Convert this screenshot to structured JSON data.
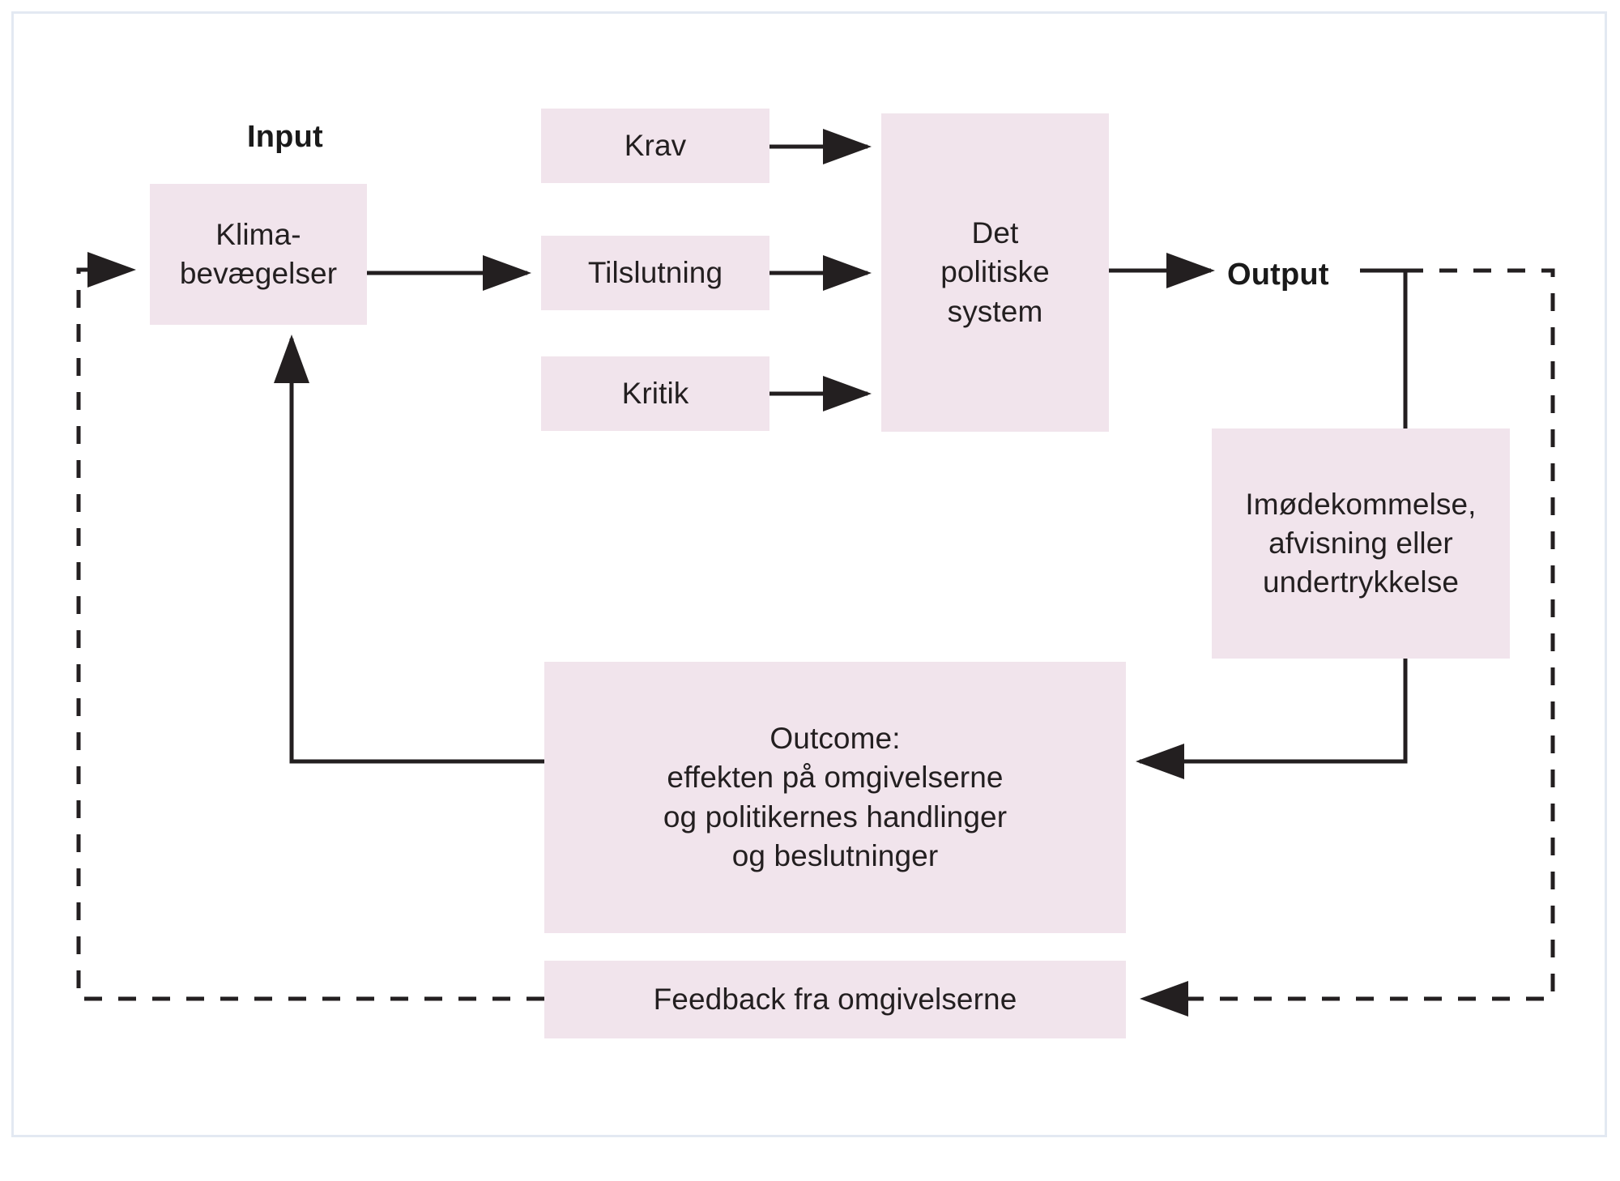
{
  "diagram": {
    "title_labels": {
      "input": "Input",
      "output": "Output"
    },
    "nodes": [
      {
        "id": "klima",
        "label": "Klima-\nbevægelser"
      },
      {
        "id": "krav",
        "label": "Krav"
      },
      {
        "id": "tilslutning",
        "label": "Tilslutning"
      },
      {
        "id": "kritik",
        "label": "Kritik"
      },
      {
        "id": "system",
        "label": "Det\npolitiske\nsystem"
      },
      {
        "id": "imode",
        "label": "Imødekommelse,\nafvisning eller\nundertrykkelse"
      },
      {
        "id": "outcome",
        "label": "Outcome:\neffekten på omgivelserne\nog politikernes handlinger\nog beslutninger"
      },
      {
        "id": "feedback",
        "label": "Feedback fra omgivelserne"
      }
    ],
    "edges": [
      {
        "from": "feedback-loop",
        "to": "klima",
        "style": "dashed",
        "arrow": "right"
      },
      {
        "from": "klima",
        "to": "tilslutning",
        "style": "solid",
        "arrow": "right"
      },
      {
        "from": "krav",
        "to": "system",
        "style": "solid",
        "arrow": "right"
      },
      {
        "from": "tilslutning",
        "to": "system",
        "style": "solid",
        "arrow": "right"
      },
      {
        "from": "kritik",
        "to": "system",
        "style": "solid",
        "arrow": "right"
      },
      {
        "from": "system",
        "to": "output",
        "style": "solid",
        "arrow": "right"
      },
      {
        "from": "output",
        "to": "imode",
        "style": "solid",
        "arrow": "none"
      },
      {
        "from": "imode",
        "to": "outcome",
        "style": "solid",
        "arrow": "left"
      },
      {
        "from": "outcome",
        "to": "klima",
        "style": "solid",
        "arrow": "up"
      },
      {
        "from": "output",
        "to": "feedback",
        "style": "dashed",
        "arrow": "left"
      }
    ],
    "colors": {
      "node_fill": "#f1e4ec",
      "line": "#231f20",
      "text": "#231f20",
      "frame": "#e3e9f2",
      "background": "#ffffff"
    }
  }
}
